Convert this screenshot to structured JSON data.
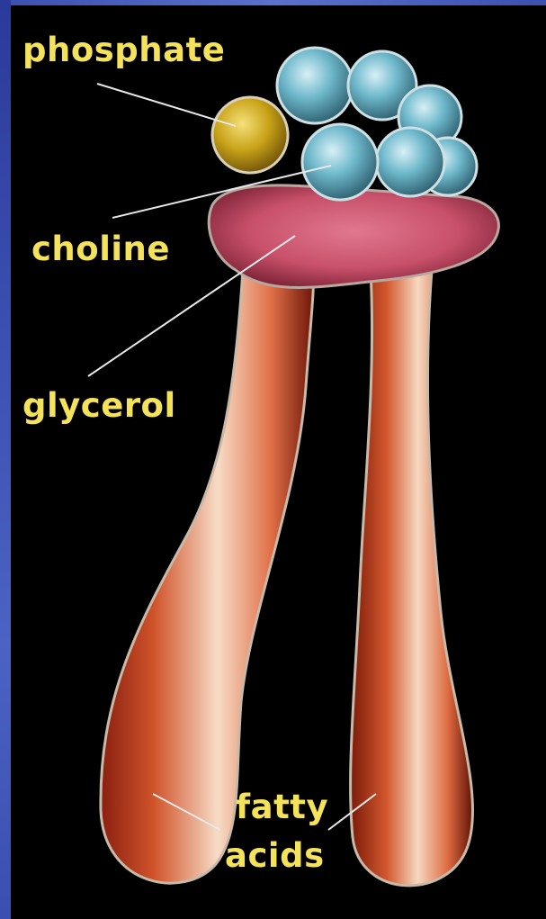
{
  "labels": {
    "phosphate": "phosphate",
    "choline": "choline",
    "glycerol": "glycerol",
    "fatty_line1": "fatty",
    "fatty_line2": "acids"
  },
  "colors": {
    "label_text": "#f4e25a",
    "background": "#000000",
    "border_accent": "#3b4fb0",
    "phosphate_group": "#c9a318",
    "choline_group": "#5fb0c8",
    "glycerol_group": "#c8506a",
    "fatty_acid_tails": "#d0532a"
  }
}
